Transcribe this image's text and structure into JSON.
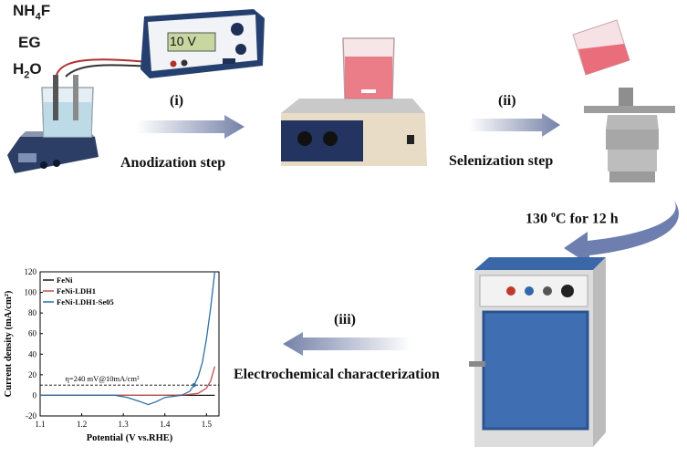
{
  "labels": {
    "reagent_1": "NH",
    "reagent_1_sub": "4",
    "reagent_1_tail": "F",
    "reagent_2": "EG",
    "reagent_3": "H",
    "reagent_3_sub": "2",
    "reagent_3_tail": "O",
    "power_display": "10 V",
    "step_i_num": "(i)",
    "step_i": "Anodization step",
    "step_ii_num": "(ii)",
    "step_ii": "Selenization step",
    "step_iii_num": "(iii)",
    "step_iii": "Electrochemical characterization",
    "oven_condition_pre": "130 ",
    "oven_condition_deg": "o",
    "oven_condition_post": "C for 12 h"
  },
  "chart_data": {
    "type": "line",
    "xlabel": "Potential (V vs.RHE)",
    "ylabel": "Current density (mA/cm²)",
    "xlim": [
      1.1,
      1.53
    ],
    "ylim": [
      -20,
      120
    ],
    "xticks": [
      "1.1",
      "1.2",
      "1.3",
      "1.4",
      "1.5"
    ],
    "yticks": [
      "-20",
      "0",
      "20",
      "40",
      "60",
      "80",
      "100",
      "120"
    ],
    "annotation": "η=240 mV@10mA/cm²",
    "legend_position": "top-left",
    "series": [
      {
        "name": "FeNi",
        "color": "#1a1a1a",
        "x": [
          1.1,
          1.2,
          1.3,
          1.4,
          1.5,
          1.52
        ],
        "y": [
          0,
          0,
          0,
          0,
          0,
          0
        ]
      },
      {
        "name": "FeNi-LDH1",
        "color": "#c0504d",
        "x": [
          1.1,
          1.3,
          1.4,
          1.45,
          1.48,
          1.5,
          1.51,
          1.52
        ],
        "y": [
          0,
          0,
          0,
          0.5,
          2,
          7,
          14,
          28
        ]
      },
      {
        "name": "FeNi-LDH1-Se05",
        "color": "#2e6fa3",
        "x": [
          1.1,
          1.28,
          1.31,
          1.34,
          1.36,
          1.38,
          1.4,
          1.44,
          1.46,
          1.47,
          1.48,
          1.49,
          1.5,
          1.51,
          1.52
        ],
        "y": [
          0,
          0,
          -2,
          -6,
          -9,
          -6,
          -2,
          0,
          4,
          10,
          18,
          32,
          55,
          85,
          120
        ]
      }
    ]
  }
}
